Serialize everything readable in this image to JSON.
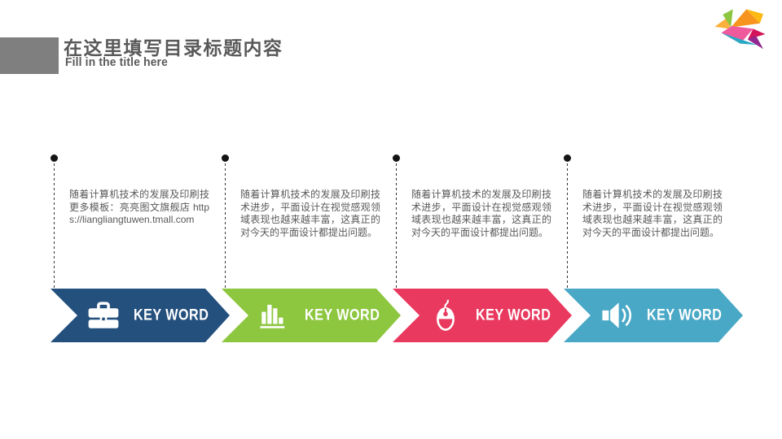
{
  "header": {
    "title": "在这里填写目录标题内容",
    "subtitle": "Fill in the title here"
  },
  "logo": {
    "name": "origami-bird-logo"
  },
  "colors": {
    "title_text": "#595959",
    "title_block": "#7f7f7f",
    "body_text": "#595959"
  },
  "columns": [
    {
      "paragraph": "随着计算机技术的发展及印刷技更多模板：亮亮图文旗舰店 https://liangliangtuwen.tmall.com",
      "keyword": "KEY WORD",
      "icon": "briefcase-icon",
      "color": "#24507E"
    },
    {
      "paragraph": "随着计算机技术的发展及印刷技术进步，平面设计在视觉感观领域表现也越来越丰富，这真正的对今天的平面设计都提出问题。",
      "keyword": "KEY WORD",
      "icon": "bar-chart-icon",
      "color": "#8DC63F"
    },
    {
      "paragraph": "随着计算机技术的发展及印刷技术进步，平面设计在视觉感观领域表现也越来越丰富，这真正的对今天的平面设计都提出问题。",
      "keyword": "KEY WORD",
      "icon": "mouse-icon",
      "color": "#E9395F"
    },
    {
      "paragraph": "随着计算机技术的发展及印刷技术进步，平面设计在视觉感观领域表现也越来越丰富，这真正的对今天的平面设计都提出问题。",
      "keyword": "KEY WORD",
      "icon": "speaker-icon",
      "color": "#49A8C6"
    }
  ]
}
